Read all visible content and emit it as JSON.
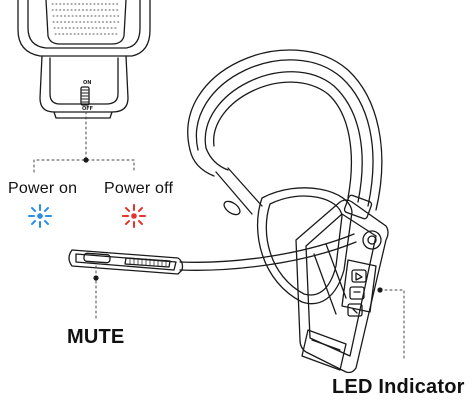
{
  "labels": {
    "power_on": "Power on",
    "power_off": "Power off",
    "mute": "MUTE",
    "led_indicator": "LED Indicator"
  },
  "switch_marks": {
    "on": "ON",
    "off": "OFF"
  },
  "indicator_colors": {
    "power_on": "#2a8de6",
    "power_off": "#e8322b"
  },
  "icons": {
    "power_on_indicator": "blue-led-burst-icon",
    "power_off_indicator": "red-led-burst-icon"
  }
}
